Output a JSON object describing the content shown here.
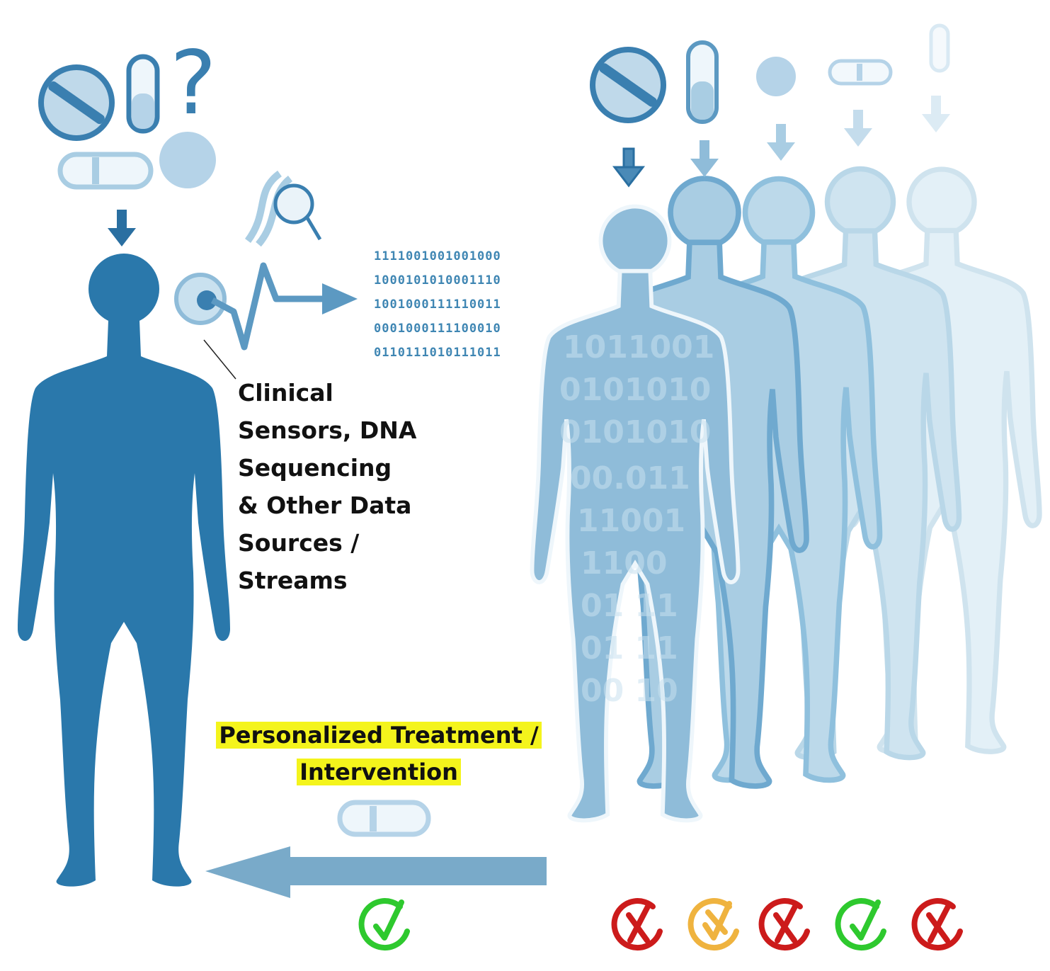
{
  "caption_lines": [
    "Clinical",
    "Sensors, DNA",
    "Sequencing",
    "& Other Data",
    "Sources /",
    "Streams"
  ],
  "highlight_lines": [
    "Personalized Treatment /",
    "Intervention"
  ],
  "binary_rows": [
    "1111001001001000",
    "1000101010001110",
    "1001000111110011",
    "0001000111100010",
    "0110111010111011"
  ],
  "question_mark": "?",
  "outcomes": [
    {
      "status": "success",
      "color": "#2ec92e",
      "icon": "check-circle-icon"
    },
    {
      "status": "fail",
      "color": "#cc1b1b",
      "icon": "x-circle-icon"
    },
    {
      "status": "partial",
      "color": "#efb33f",
      "icon": "check-x-circle-icon"
    },
    {
      "status": "fail",
      "color": "#cc1b1b",
      "icon": "x-circle-icon"
    },
    {
      "status": "success",
      "color": "#2ec92e",
      "icon": "check-circle-icon"
    },
    {
      "status": "fail",
      "color": "#cc1b1b",
      "icon": "x-circle-icon"
    }
  ],
  "colors": {
    "patient": "#2a78ab",
    "accent": "#3f86b3",
    "highlight": "#f4f41c"
  }
}
